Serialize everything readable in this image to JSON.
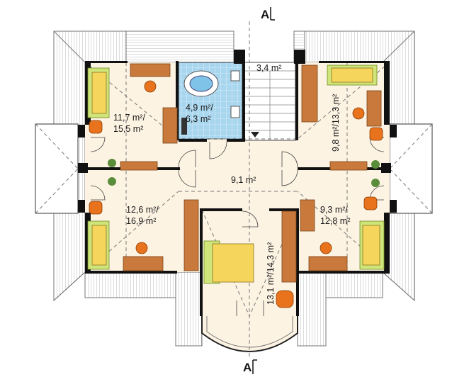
{
  "section_marks": {
    "top": "A",
    "bottom": "A"
  },
  "rooms": {
    "bedroom_top_left": "11,7 m²/ 15,5 m²",
    "bathroom": "4,9 m²/ 6,3 m²",
    "stairs": "3,4 m²",
    "room_top_right": "9,8 m²/13,3 m²",
    "hall": "9,1 m²",
    "room_bottom_left": "12,6 m²/ 16,9 m²",
    "bedroom_bottom_center": "13,1 m²/14,3 m²",
    "room_bottom_right": "9,3 m²/ 12,8 m²"
  },
  "colors": {
    "floor": "#fdf3e3",
    "bath_tile": "#a9d6ef",
    "wall": "#111111",
    "furniture": "#c8793b",
    "bed": "#f5d55b",
    "chair": "#e8731c"
  }
}
